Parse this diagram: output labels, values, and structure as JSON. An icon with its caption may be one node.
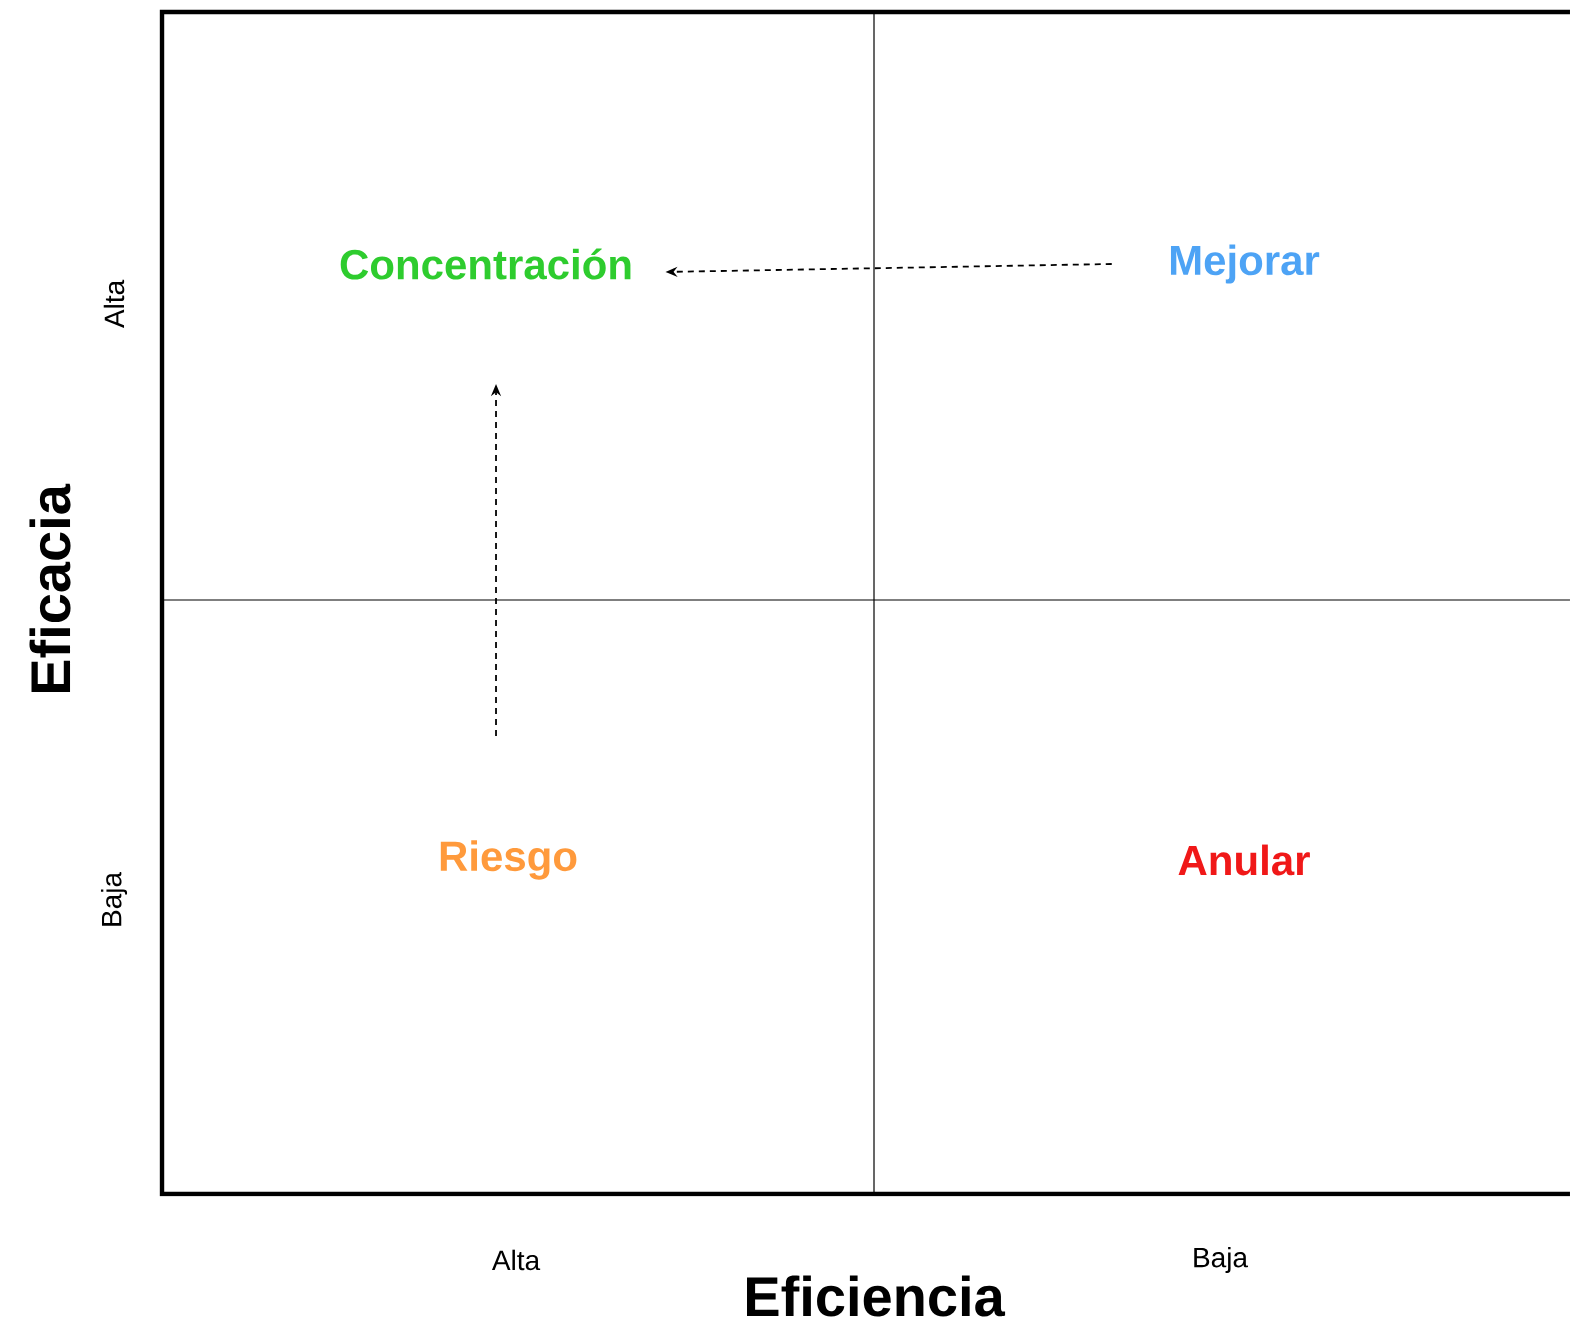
{
  "diagram": {
    "nodes": [
      {
        "text": [
          "Concentración"
        ]
      },
      {
        "text": [
          "Mejorar"
        ]
      },
      {
        "text": [
          "Riesgo"
        ]
      },
      {
        "text": [
          "Anular"
        ]
      }
    ],
    "edges": [
      {
        "from": 1,
        "to": 0,
        "arrow": "to",
        "style": "dashed"
      },
      {
        "from": 2,
        "to": 0,
        "arrow": "to",
        "style": "dashed"
      }
    ],
    "labels": [
      "Alta",
      "Eficacia",
      "Baja",
      "Alta",
      "Eficiencia",
      "Baja"
    ]
  }
}
